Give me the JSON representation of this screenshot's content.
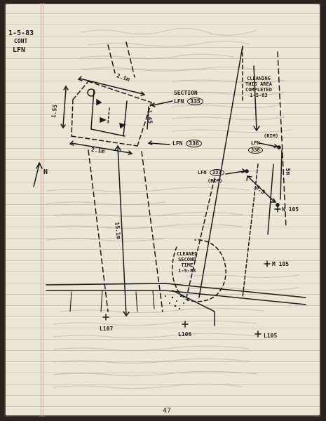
{
  "header": {
    "date": "1-5-83",
    "line2": "CONT",
    "line3": "LFN"
  },
  "sketch": {
    "north_label": "N",
    "dim_top": "2.1m",
    "dim_left": "1.55",
    "dim_right": "1.45",
    "dim_bottom": "2.1m",
    "section_label": "SECTION",
    "section_lfn_prefix": "LFN",
    "section_lfn_num": "335",
    "lfn336_prefix": "LFN",
    "lfn336_num": "336",
    "cleaning_note": "CLEANING\nTHIS AREA\nCOMPLETED\n1-5-83",
    "lfn338_sub": "(RIM)",
    "lfn338_prefix": "LFN",
    "lfn338_num": "338",
    "lfn337_prefix": "LFN",
    "lfn337_num": "337",
    "lfn337_sub": "(RIM)",
    "dim_65": "6.5",
    "dim_15m": "15.1m",
    "dim_5m": "5m",
    "n105": "N 105",
    "m105": "M 105",
    "cleaned_note": "CLEANED\nSECOND\nTIME\n1-5-83",
    "l107": "L107",
    "l106": "L106",
    "l105": "L105"
  },
  "footer": {
    "page_number": "47"
  }
}
